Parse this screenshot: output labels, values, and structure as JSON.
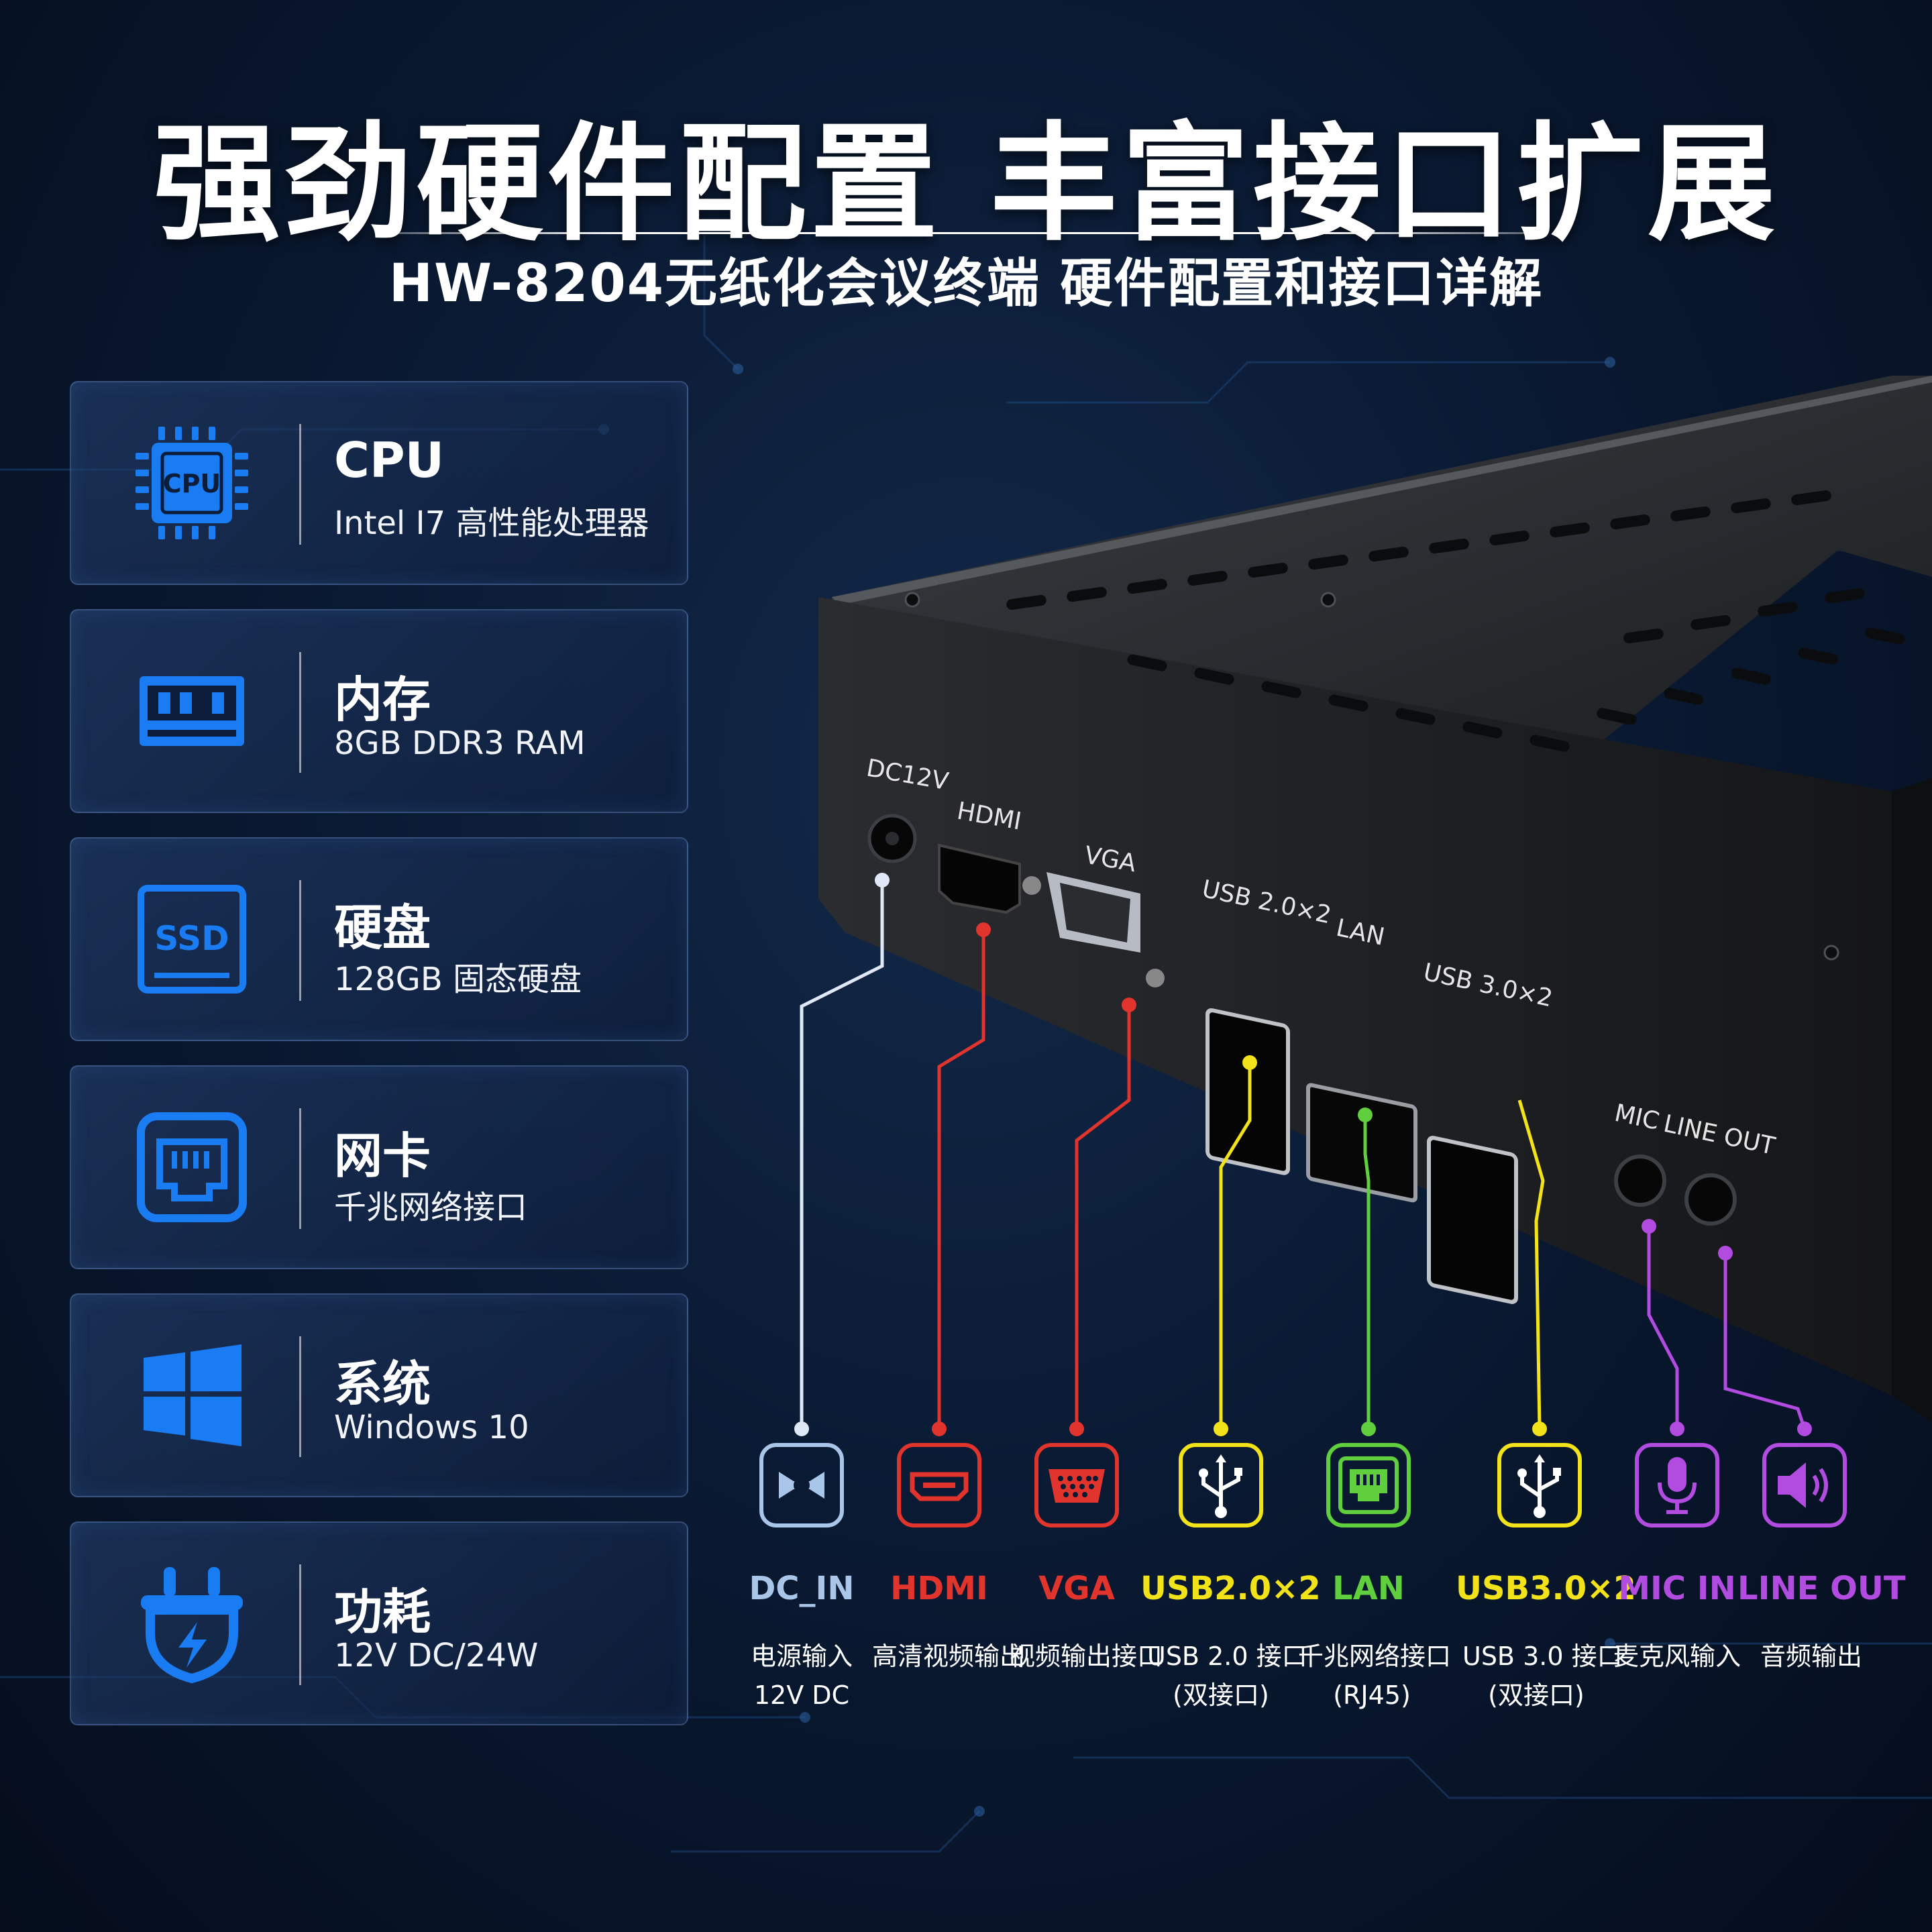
{
  "header": {
    "title": "强劲硬件配置 丰富接口扩展",
    "subtitle": "HW-8204无纸化会议终端 硬件配置和接口详解"
  },
  "specs": [
    {
      "icon": "cpu-icon",
      "name": "CPU",
      "value": "Intel I7 高性能处理器",
      "icon_text": "CPU"
    },
    {
      "icon": "memory-icon",
      "name": "内存",
      "value": "8GB DDR3 RAM"
    },
    {
      "icon": "ssd-icon",
      "name": "硬盘",
      "value": "128GB 固态硬盘",
      "icon_text": "SSD"
    },
    {
      "icon": "network-port-icon",
      "name": "网卡",
      "value": "千兆网络接口"
    },
    {
      "icon": "windows-icon",
      "name": "系统",
      "value": "Windows 10"
    },
    {
      "icon": "power-plug-icon",
      "name": "功耗",
      "value": "12V DC/24W"
    }
  ],
  "device_labels": {
    "dc": "DC12V",
    "hdmi": "HDMI",
    "vga": "VGA",
    "usb2": "USB 2.0×2",
    "lan": "LAN",
    "usb3": "USB 3.0×2",
    "mic": "MIC",
    "lineout": "LINE OUT"
  },
  "ports": [
    {
      "icon": "dc-power-icon",
      "label": "DC_IN",
      "desc1": "电源输入",
      "desc2": "12V DC",
      "color": "#a9c6e8"
    },
    {
      "icon": "hdmi-icon",
      "label": "HDMI",
      "desc1": "高清视频输出",
      "desc2": "",
      "color": "#e0342c"
    },
    {
      "icon": "vga-icon",
      "label": "VGA",
      "desc1": "视频输出接口",
      "desc2": "",
      "color": "#e0342c"
    },
    {
      "icon": "usb-icon",
      "label": "USB2.0×2",
      "desc1": "USB 2.0 接口",
      "desc2": "(双接口)",
      "color": "#f2e21a"
    },
    {
      "icon": "lan-icon",
      "label": "LAN",
      "desc1": "千兆网络接口",
      "desc2": "(RJ45)",
      "color": "#5fcf3d"
    },
    {
      "icon": "usb-icon",
      "label": "USB3.0×2",
      "desc1": "USB 3.0 接口",
      "desc2": "(双接口)",
      "color": "#f2e21a"
    },
    {
      "icon": "microphone-icon",
      "label": "MIC IN",
      "desc1": "麦克风输入",
      "desc2": "",
      "color": "#b24be0"
    },
    {
      "icon": "speaker-icon",
      "label": "LINE OUT",
      "desc1": "音频输出",
      "desc2": "",
      "color": "#b24be0"
    }
  ]
}
